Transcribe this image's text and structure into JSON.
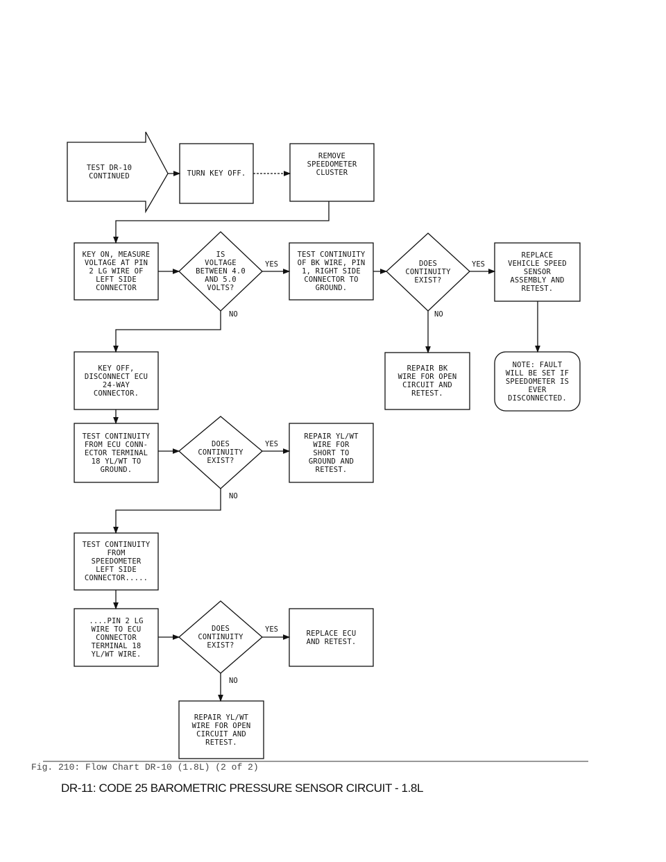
{
  "flowchart": {
    "nodes": {
      "start": [
        "TEST DR-10",
        "CONTINUED"
      ],
      "turn_key_off": [
        "TURN KEY OFF."
      ],
      "remove_cluster": [
        "REMOVE",
        "SPEEDOMETER",
        "CLUSTER"
      ],
      "key_on_measure": [
        "KEY ON, MEASURE",
        "VOLTAGE AT PIN",
        "2 LG WIRE OF",
        "LEFT SIDE",
        "CONNECTOR"
      ],
      "voltage_decision": [
        "IS",
        "VOLTAGE",
        "BETWEEN 4.0",
        "AND 5.0",
        "VOLTS?"
      ],
      "test_bk": [
        "TEST CONTINUITY",
        "OF BK WIRE, PIN",
        "1, RIGHT SIDE",
        "CONNECTOR TO",
        "GROUND."
      ],
      "continuity_decision_1": [
        "DOES",
        "CONTINUITY",
        "EXIST?"
      ],
      "replace_vss": [
        "REPLACE",
        "VEHICLE SPEED",
        "SENSOR",
        "ASSEMBLY AND",
        "RETEST."
      ],
      "key_off_disconnect": [
        "KEY OFF,",
        "DISCONNECT ECU",
        "24-WAY",
        "CONNECTOR."
      ],
      "repair_bk": [
        "REPAIR BK",
        "WIRE FOR OPEN",
        "CIRCUIT AND",
        "RETEST."
      ],
      "note": [
        "NOTE: FAULT",
        "WILL BE SET IF",
        "SPEEDOMETER IS",
        "EVER",
        "DISCONNECTED."
      ],
      "test_ecu_terminal": [
        "TEST CONTINUITY",
        "FROM ECU CONN-",
        "ECTOR TERMINAL",
        "18 YL/WT TO",
        "GROUND."
      ],
      "continuity_decision_2": [
        "DOES",
        "CONTINUITY",
        "EXIST?"
      ],
      "repair_ylwt_short": [
        "REPAIR YL/WT",
        "WIRE FOR",
        "SHORT TO",
        "GROUND AND",
        "RETEST."
      ],
      "test_speedometer": [
        "TEST CONTINUITY",
        "FROM",
        "SPEEDOMETER",
        "LEFT SIDE",
        "CONNECTOR....."
      ],
      "pin2_lg": [
        "....PIN 2 LG",
        "WIRE TO ECU",
        "CONNECTOR",
        "TERMINAL 18",
        "YL/WT WIRE."
      ],
      "continuity_decision_3": [
        "DOES",
        "CONTINUITY",
        "EXIST?"
      ],
      "replace_ecu": [
        "REPLACE ECU",
        "AND RETEST."
      ],
      "repair_ylwt_open": [
        "REPAIR YL/WT",
        "WIRE FOR OPEN",
        "CIRCUIT AND",
        "RETEST."
      ]
    },
    "labels": {
      "yes": "YES",
      "no": "NO"
    }
  },
  "caption": "Fig. 210:  Flow Chart DR-10 (1.8L) (2 of 2)",
  "next_heading": "DR-11: CODE 25 BAROMETRIC PRESSURE SENSOR CIRCUIT - 1.8L"
}
